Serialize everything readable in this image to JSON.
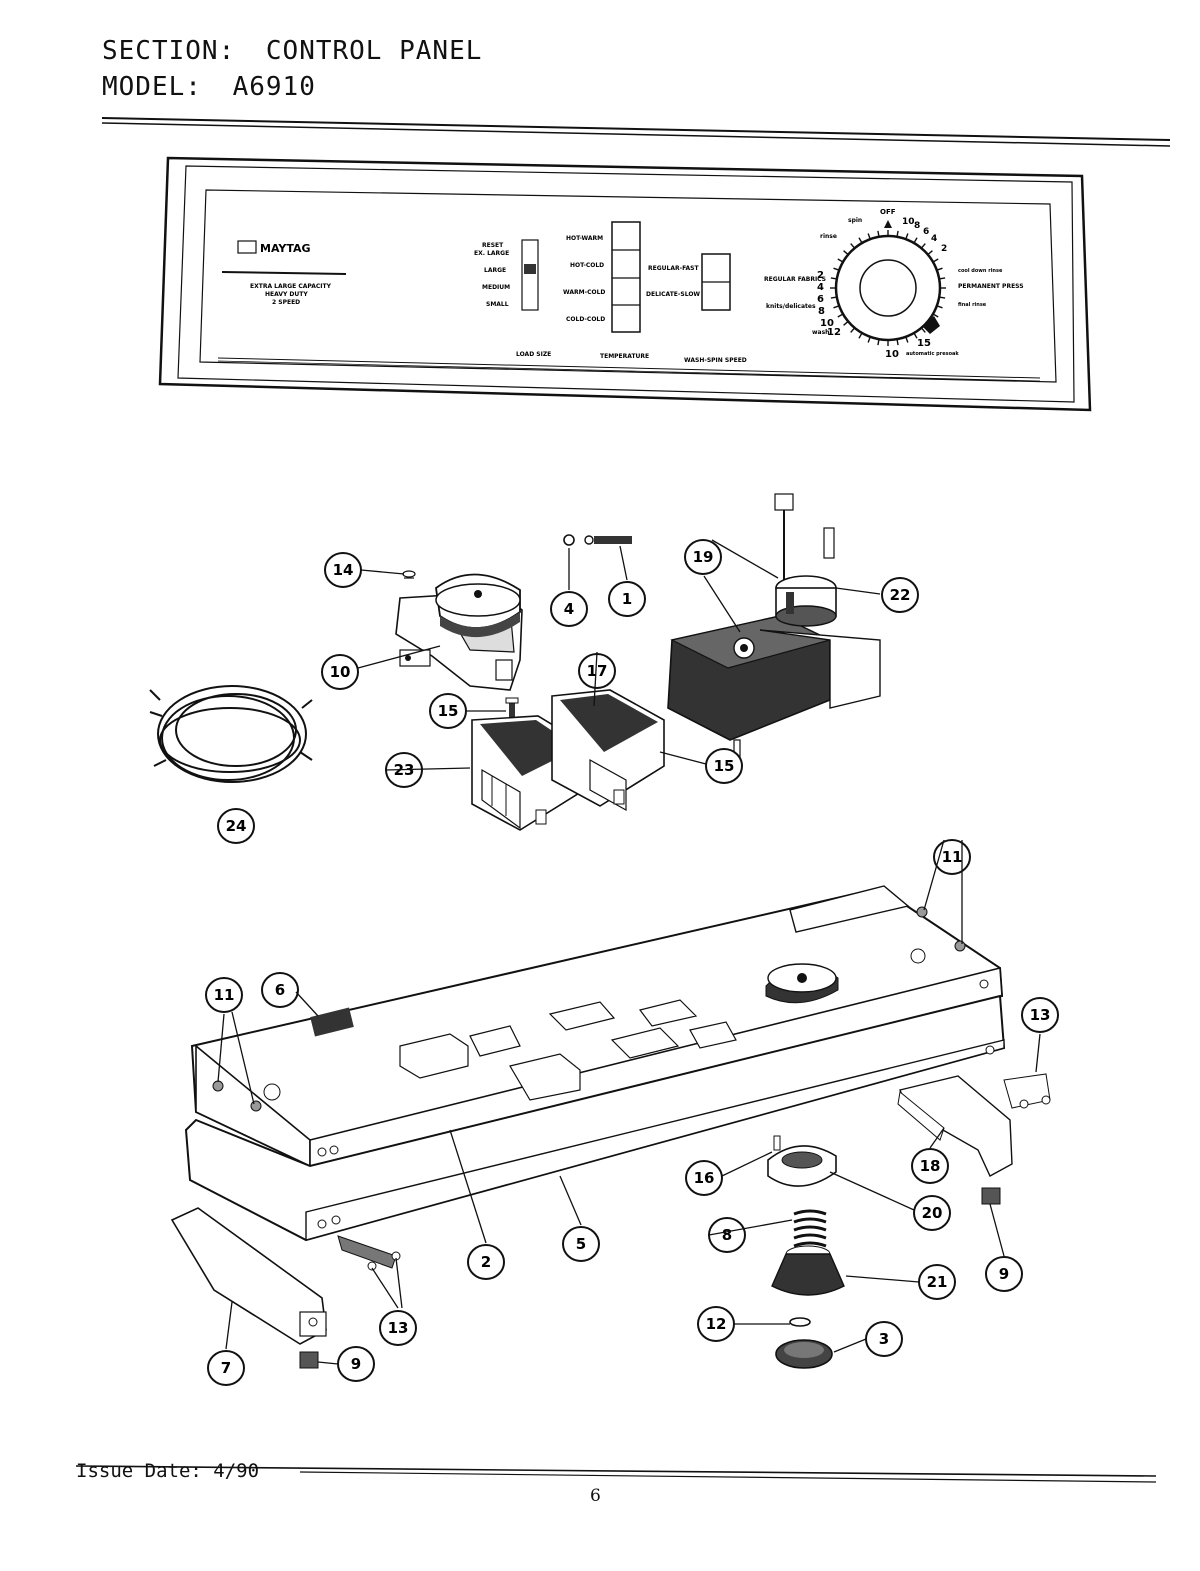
{
  "header": {
    "section_label": "SECTION:",
    "section_value": "CONTROL PANEL",
    "model_label": "MODEL:",
    "model_value": "A6910"
  },
  "panel": {
    "brand": "MAYTAG",
    "capacity_lines": [
      "EXTRA LARGE CAPACITY",
      "HEAVY DUTY",
      "2 SPEED"
    ],
    "load_size": {
      "title": "LOAD SIZE",
      "options": [
        "RESET",
        "EX. LARGE",
        "LARGE",
        "MEDIUM",
        "SMALL"
      ]
    },
    "temperature": {
      "title": "TEMPERATURE",
      "options": [
        "HOT-WARM",
        "HOT-COLD",
        "WARM-COLD",
        "COLD-COLD"
      ]
    },
    "speed": {
      "title": "WASH-SPIN SPEED",
      "options": [
        "REGULAR-FAST",
        "DELICATE-SLOW"
      ]
    },
    "dial": {
      "left_labels": [
        "rinse",
        "spin",
        "REGULAR FABRICS",
        "knits/delicates",
        "wash"
      ],
      "right_labels": [
        "cool down rinse",
        "PERMANENT PRESS",
        "final rinse",
        "automatic presoak"
      ],
      "off_label": "OFF",
      "numbers_top": [
        "10",
        "8",
        "6",
        "4",
        "2"
      ],
      "numbers_left": [
        "2",
        "4",
        "6",
        "8",
        "10",
        "12"
      ],
      "numbers_bottom": [
        "15",
        "10"
      ]
    }
  },
  "callouts": [
    "14",
    "4",
    "1",
    "19",
    "22",
    "10",
    "24",
    "15",
    "17",
    "23",
    "15",
    "11",
    "11",
    "6",
    "13",
    "16",
    "20",
    "8",
    "18",
    "2",
    "5",
    "9",
    "21",
    "13",
    "12",
    "3",
    "7",
    "9"
  ],
  "footer": {
    "issue_date": "Issue Date: 4/90",
    "page_number": "6"
  }
}
